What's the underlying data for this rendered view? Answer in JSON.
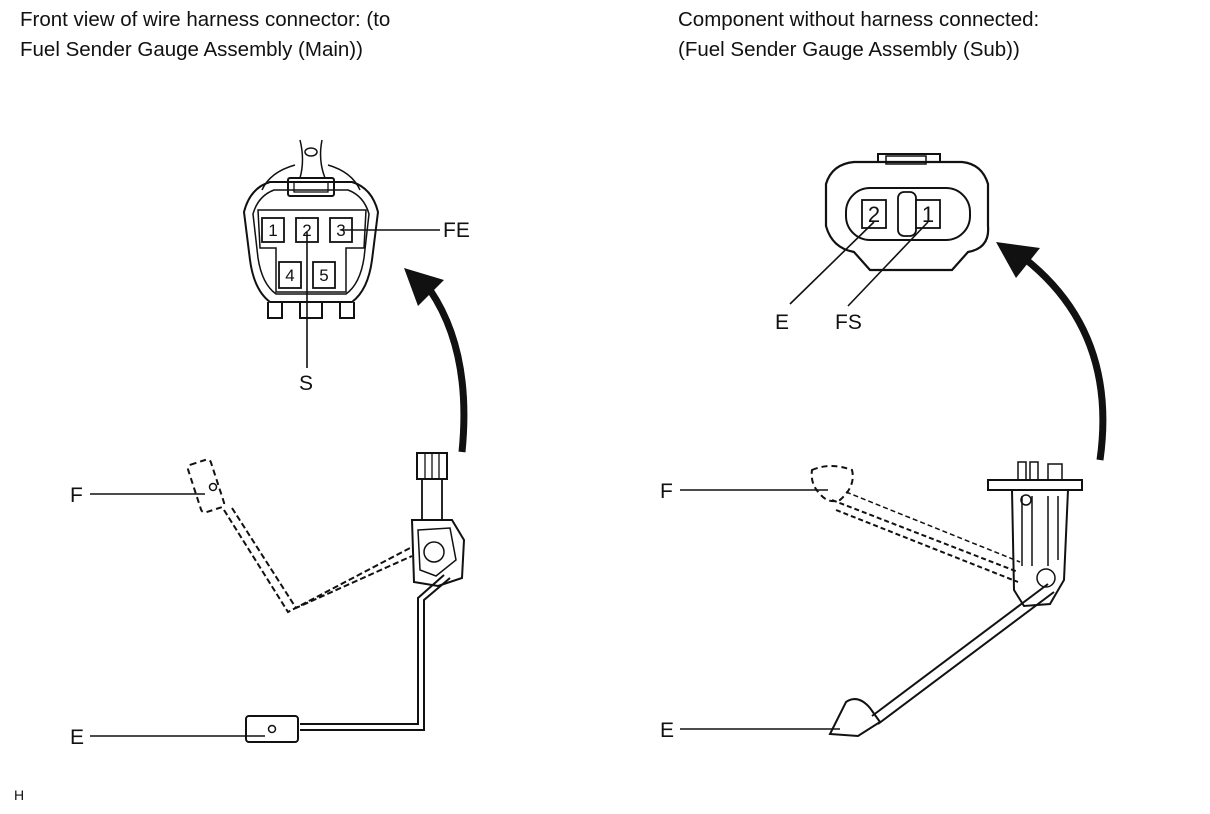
{
  "captions": {
    "left": [
      "Front view of wire harness connector: (to",
      "Fuel Sender Gauge Assembly (Main))"
    ],
    "right": [
      "Component without harness connected:",
      "(Fuel Sender Gauge Assembly (Sub))"
    ]
  },
  "left_connector": {
    "pins": [
      "1",
      "2",
      "3",
      "4",
      "5"
    ],
    "labels": {
      "fe": "FE",
      "s": "S"
    }
  },
  "left_sender": {
    "labels": {
      "f": "F",
      "e": "E"
    }
  },
  "right_connector": {
    "pins": [
      "2",
      "1"
    ],
    "labels": {
      "e": "E",
      "fs": "FS"
    }
  },
  "right_sender": {
    "labels": {
      "f": "F",
      "e": "E"
    }
  },
  "figure_code": "H"
}
